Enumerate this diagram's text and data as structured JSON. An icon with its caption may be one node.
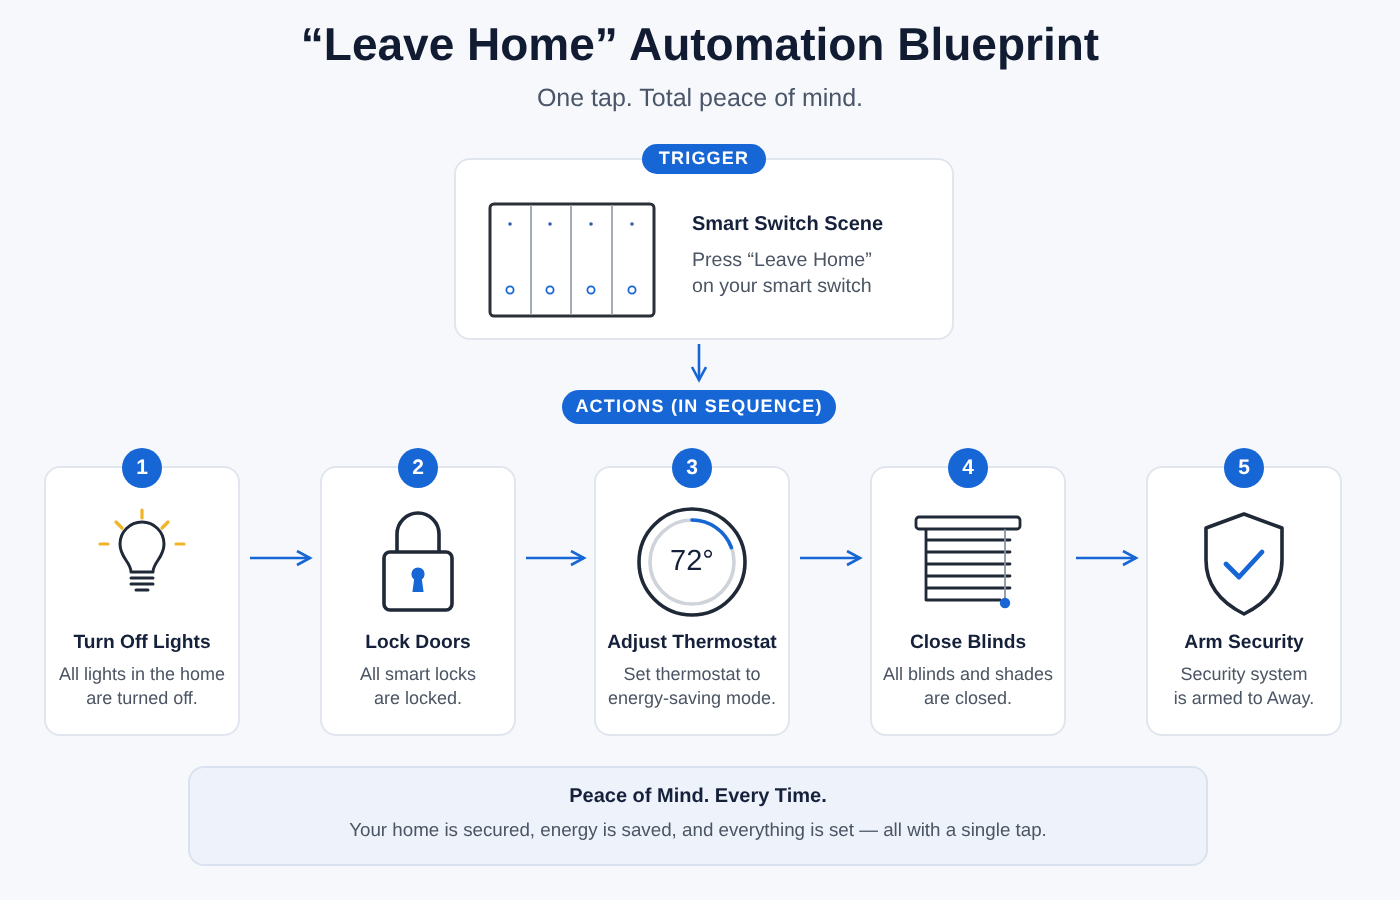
{
  "diagram": {
    "title": "“Leave Home” Automation Blueprint",
    "nodes": [
      {
        "text": [
          "TRIGGER",
          "Smart Switch Scene",
          "Press “Leave Home” on your smart switch"
        ]
      },
      {
        "text": [
          "ACTIONS (IN SEQUENCE)"
        ]
      },
      {
        "text": [
          "1",
          "Turn Off Lights",
          "All lights in the home are turned off."
        ]
      },
      {
        "text": [
          "2",
          "Lock Doors",
          "All smart locks are locked."
        ]
      },
      {
        "text": [
          "3",
          "Adjust Thermostat",
          "Set thermostat to energy-saving mode."
        ]
      },
      {
        "text": [
          "4",
          "Close Blinds",
          "All blinds and shades are closed."
        ]
      },
      {
        "text": [
          "5",
          "Arm Security",
          "Security system is armed to Away."
        ]
      },
      {
        "text": [
          "Peace of Mind. Every Time.",
          "Your home is secured, energy is saved, and everything is set — all with a single tap."
        ]
      }
    ],
    "edges": [
      {
        "from": 0,
        "to": 1,
        "arrow": "to"
      },
      {
        "from": 2,
        "to": 3,
        "arrow": "to"
      },
      {
        "from": 3,
        "to": 4,
        "arrow": "to"
      },
      {
        "from": 4,
        "to": 5,
        "arrow": "to"
      },
      {
        "from": 5,
        "to": 6,
        "arrow": "to"
      }
    ],
    "labels": [
      "One tap. Total peace of mind.",
      "72°"
    ]
  }
}
